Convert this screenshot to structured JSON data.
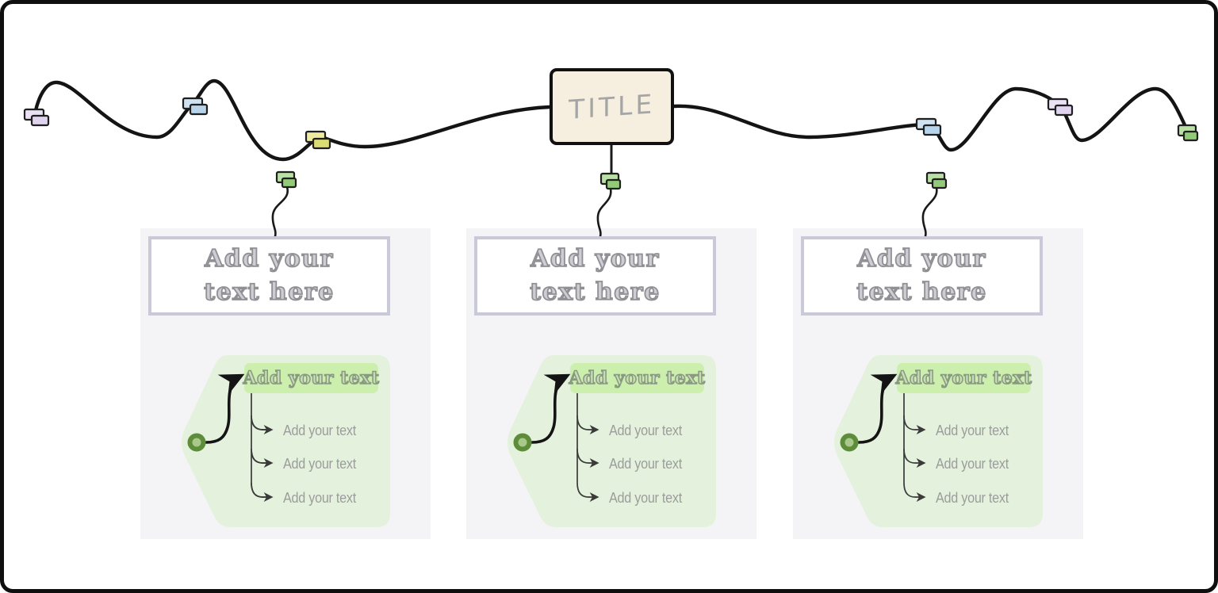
{
  "title_box": {
    "label": "Title"
  },
  "panels": [
    {
      "header": "Add your text here",
      "root_label": "Add your text",
      "items": [
        "Add your text",
        "Add your text",
        "Add your text"
      ]
    },
    {
      "header": "Add your text here",
      "root_label": "Add your text",
      "items": [
        "Add your text",
        "Add your text",
        "Add your text"
      ]
    },
    {
      "header": "Add your text here",
      "root_label": "Add your text",
      "items": [
        "Add your text",
        "Add your text",
        "Add your text"
      ]
    }
  ],
  "map_node_colors_left_to_right": [
    "purple",
    "blue",
    "yellow",
    "green",
    "green",
    "blue",
    "green",
    "purple",
    "green"
  ],
  "colors": {
    "canvas_border": "#0f0f0f",
    "line": "#141414",
    "squiggle": "#1a1a1a",
    "tree_line": "#3a3a3a",
    "title_box_bg": "#f6efdf",
    "title_text": "#a5a5a5",
    "panel_bg": "#f4f4f6",
    "header_border": "#c9c9da",
    "header_text_outline": "#8f8f94",
    "blob_bg": "#e4f2dd",
    "highlight_bg": "#ccefae",
    "highlight_text_outline": "#87997e",
    "item_text": "#9c9c9c",
    "circle_inner": "#a9c98a",
    "circle_ring": "#5d8c3a",
    "node_stroke": "#1f1f1f",
    "node_purple_back": "#eae1f5",
    "node_purple_front": "#dfd3ee",
    "node_blue_back": "#cfe2f2",
    "node_blue_front": "#b7d4ea",
    "node_yellow_back": "#f0ec9f",
    "node_yellow_front": "#dcdc74",
    "node_green_back": "#b9e0a5",
    "node_green_front": "#92ca77"
  }
}
